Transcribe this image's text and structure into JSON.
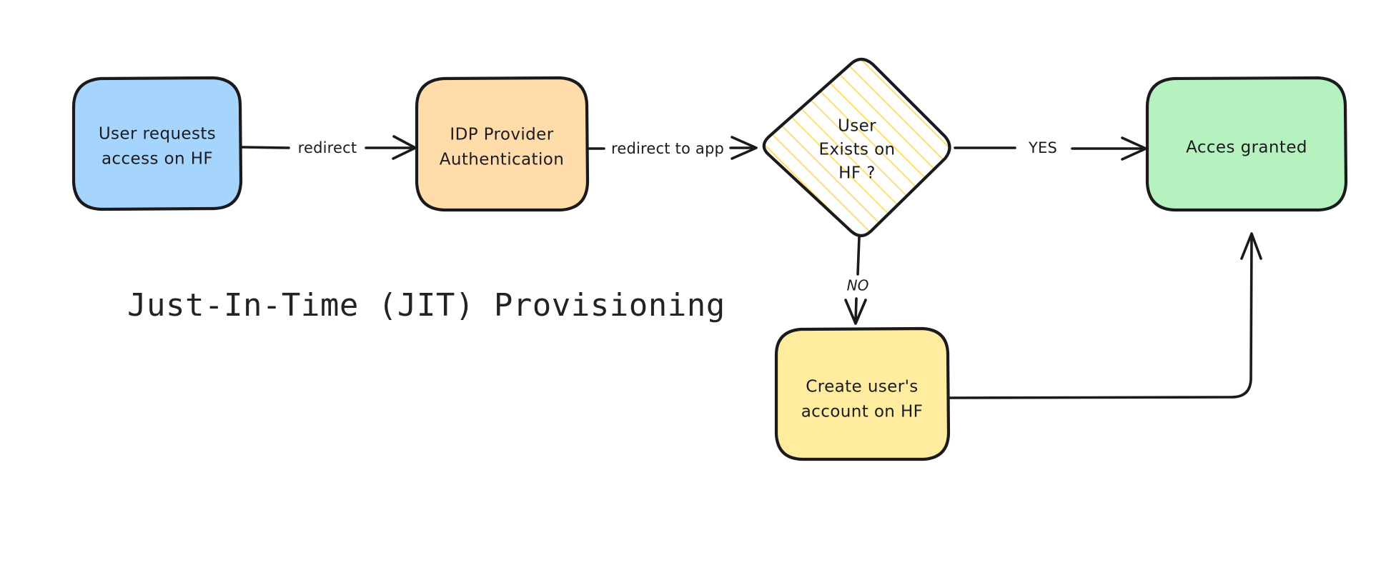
{
  "diagram": {
    "title": "Just-In-Time (JIT) Provisioning",
    "background": "#ffffff",
    "stroke_color": "#1a1a1c"
  },
  "nodes": [
    {
      "id": "user-requests",
      "shape": "rounded-rect",
      "fill": "#a5d4fd",
      "line1": "User requests",
      "line2": "access on HF"
    },
    {
      "id": "idp-auth",
      "shape": "rounded-rect",
      "fill": "#ffdca9",
      "line1": "IDP Provider",
      "line2": "Authentication"
    },
    {
      "id": "user-exists-decision",
      "shape": "diamond",
      "fill": "#ffffff",
      "hatch_color": "#fcdf6f",
      "line1": "User",
      "line2": "Exists on",
      "line3": "HF ?"
    },
    {
      "id": "access-granted",
      "shape": "rounded-rect",
      "fill": "#b5f2c0",
      "line1": "Acces granted"
    },
    {
      "id": "create-account",
      "shape": "rounded-rect",
      "fill": "#ffec9e",
      "line1": "Create user's",
      "line2": "account on HF"
    }
  ],
  "edges": [
    {
      "id": "edge-redirect",
      "label": "redirect",
      "from": "user-requests",
      "to": "idp-auth"
    },
    {
      "id": "edge-redirect-to-app",
      "label": "redirect to app",
      "from": "idp-auth",
      "to": "user-exists-decision"
    },
    {
      "id": "edge-yes",
      "label": "YES",
      "from": "user-exists-decision",
      "to": "access-granted"
    },
    {
      "id": "edge-no",
      "label": "NO",
      "from": "user-exists-decision",
      "to": "create-account"
    },
    {
      "id": "edge-loopback",
      "label": "",
      "from": "create-account",
      "to": "access-granted"
    }
  ]
}
